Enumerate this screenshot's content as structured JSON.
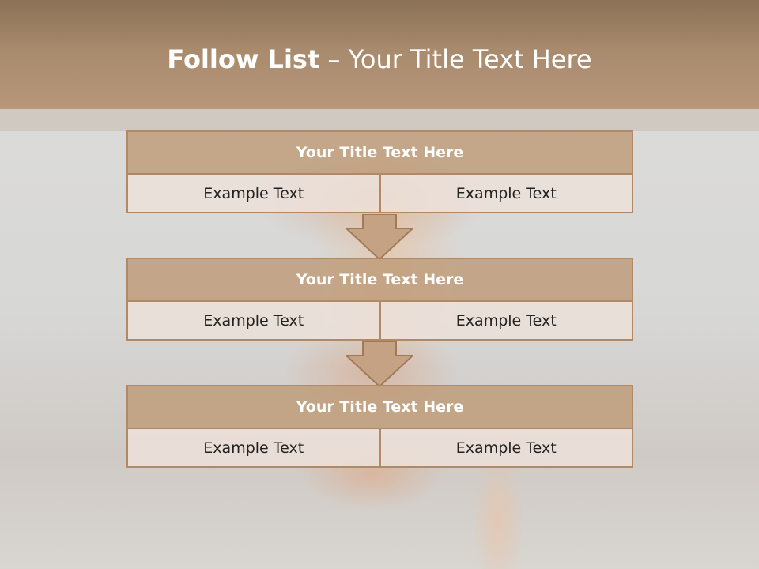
{
  "slide": {
    "title_bold": "Follow List",
    "title_rest": " – Your Title Text Here"
  },
  "blocks": [
    {
      "title": "Your Title Text Here",
      "left": "Example Text",
      "right": "Example Text"
    },
    {
      "title": "Your Title Text Here",
      "left": "Example Text",
      "right": "Example Text"
    },
    {
      "title": "Your Title Text Here",
      "left": "Example Text",
      "right": "Example Text"
    }
  ],
  "colors": {
    "header": "#a88a6d",
    "title_bar": "#c0a07e",
    "border": "#b08a66",
    "cell": "#ece0da"
  }
}
